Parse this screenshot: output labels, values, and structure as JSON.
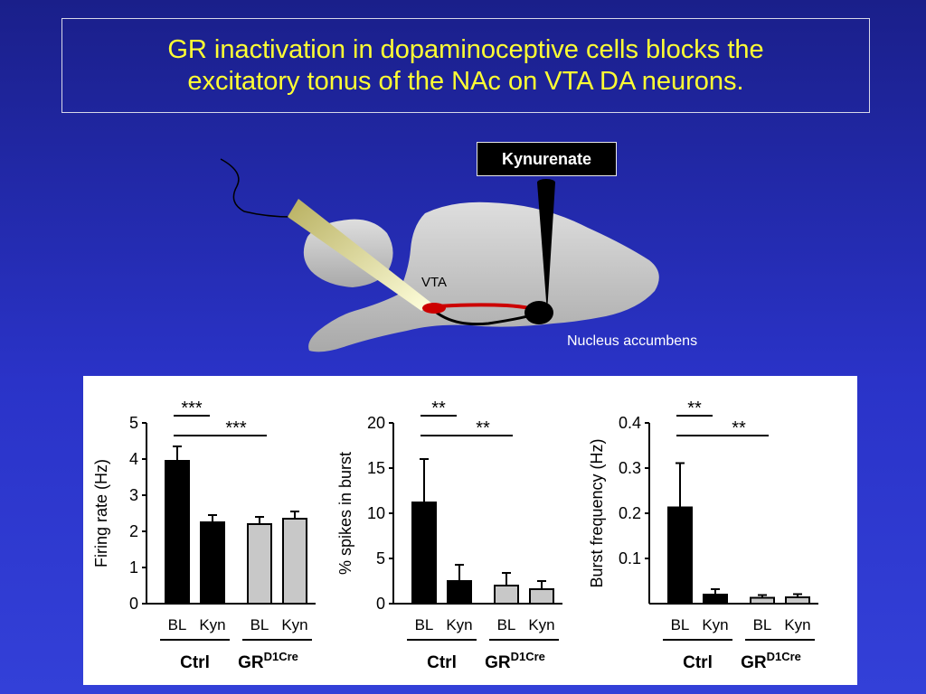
{
  "title": {
    "line1": "GR inactivation in dopaminoceptive cells blocks the",
    "line2": "excitatory tonus of the NAc on VTA DA neurons."
  },
  "diagram": {
    "kynurenate_label": "Kynurenate",
    "vta_label": "VTA",
    "nac_label": "Nucleus accumbens"
  },
  "colors": {
    "ctrl_bar": "#000000",
    "gr_bar": "#c8c8c8",
    "title_text": "#ffff33",
    "pathway": "#cc0000"
  },
  "chart_data": [
    {
      "type": "bar",
      "ylabel": "Firing rate (Hz)",
      "ylim": [
        0,
        5
      ],
      "yticks": [
        "0",
        "1",
        "2",
        "3",
        "4",
        "5"
      ],
      "ytick_values": [
        0,
        1,
        2,
        3,
        4,
        5
      ],
      "categories": [
        "BL",
        "Kyn",
        "BL",
        "Kyn"
      ],
      "groups": [
        "Ctrl",
        "GR",
        "D1Cre"
      ],
      "values": [
        3.95,
        2.25,
        2.2,
        2.35
      ],
      "errors": [
        0.4,
        0.2,
        0.2,
        0.2
      ],
      "significance": [
        "***",
        "***"
      ]
    },
    {
      "type": "bar",
      "ylabel": "% spikes in burst",
      "ylim": [
        0,
        20
      ],
      "yticks": [
        "0",
        "5",
        "10",
        "15",
        "20"
      ],
      "ytick_values": [
        0,
        5,
        10,
        15,
        20
      ],
      "categories": [
        "BL",
        "Kyn",
        "BL",
        "Kyn"
      ],
      "groups": [
        "Ctrl",
        "GR",
        "D1Cre"
      ],
      "values": [
        11.2,
        2.5,
        2.0,
        1.6
      ],
      "errors": [
        4.8,
        1.8,
        1.4,
        0.9
      ],
      "significance": [
        "**",
        "**"
      ]
    },
    {
      "type": "bar",
      "ylabel": "Burst frequency (Hz)",
      "ylim": [
        0,
        0.4
      ],
      "yticks": [
        "0.1",
        "0.2",
        "0.3",
        "0.4"
      ],
      "ytick_values": [
        0.1,
        0.2,
        0.3,
        0.4
      ],
      "categories": [
        "BL",
        "Kyn",
        "BL",
        "Kyn"
      ],
      "groups": [
        "Ctrl",
        "GR",
        "D1Cre"
      ],
      "values": [
        0.213,
        0.02,
        0.013,
        0.014
      ],
      "errors": [
        0.098,
        0.012,
        0.006,
        0.007
      ],
      "significance": [
        "**",
        "**"
      ]
    }
  ]
}
